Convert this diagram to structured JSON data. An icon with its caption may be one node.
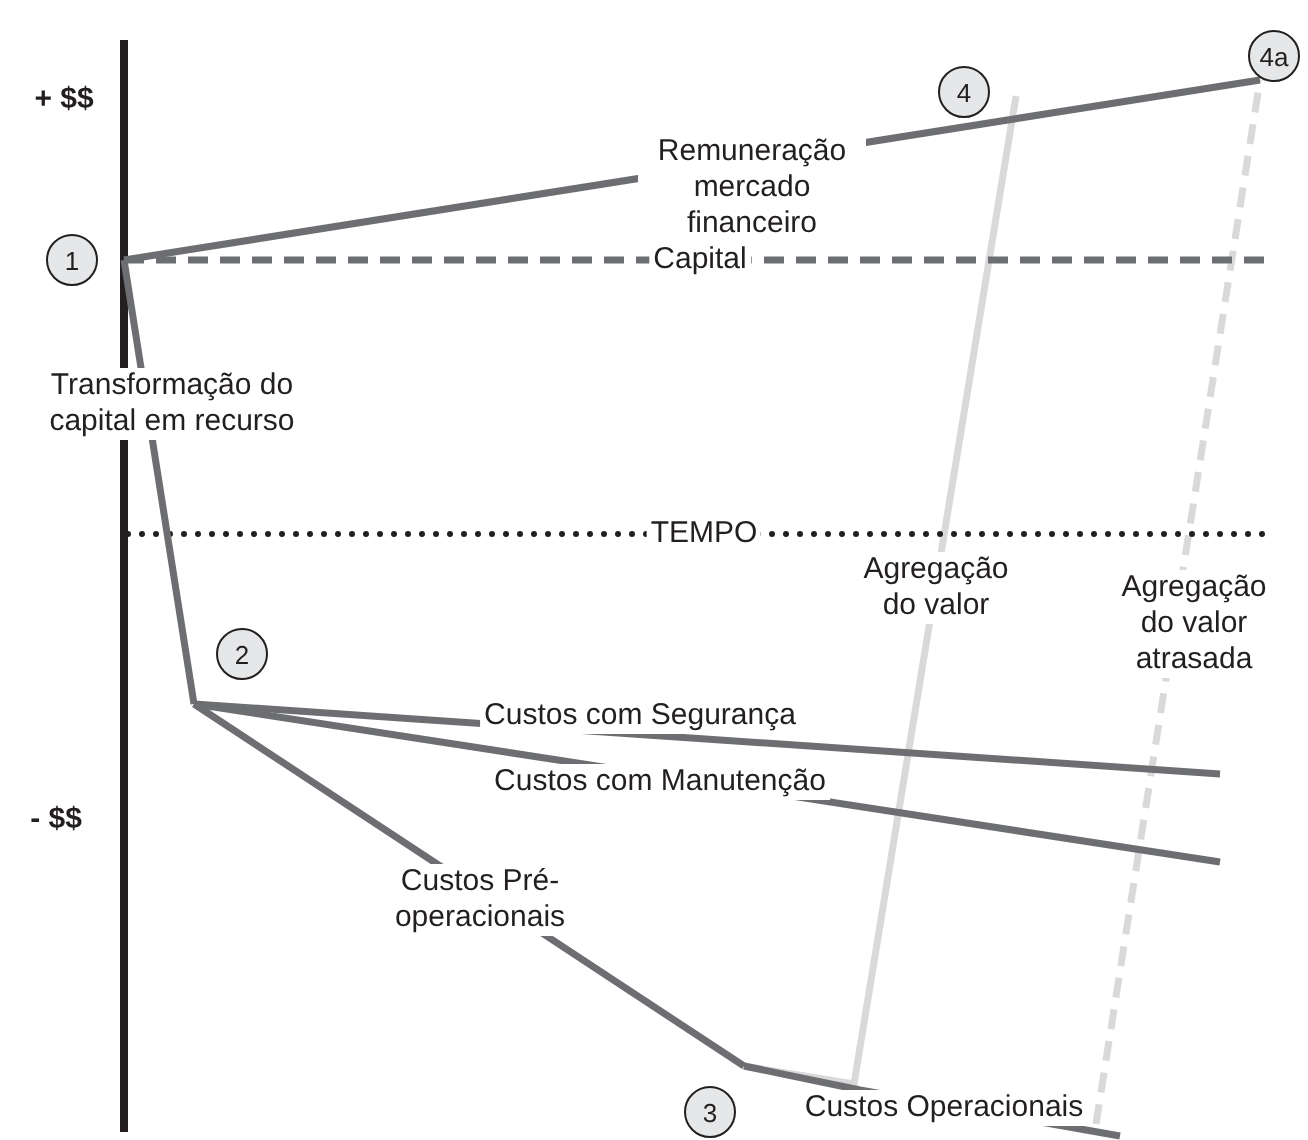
{
  "diagram": {
    "nodes": [
      {
        "text": [
          "1"
        ]
      },
      {
        "text": [
          "2"
        ]
      },
      {
        "text": [
          "3"
        ]
      },
      {
        "text": [
          "4"
        ]
      },
      {
        "text": [
          "4a"
        ]
      }
    ],
    "edges": [
      {
        "from": 0,
        "to": 1,
        "arrow": "none",
        "label": "Transformação do capital em recurso"
      },
      {
        "from": 1,
        "to": 2,
        "arrow": "none",
        "label": "Custos Pré-operacionais"
      },
      {
        "from": 0,
        "to": 4,
        "arrow": "none",
        "label": "Remuneração mercado financeiro"
      },
      {
        "from": 0,
        "to": null,
        "arrow": "none",
        "label": "Capital",
        "style": "dashed"
      },
      {
        "from": 1,
        "to": null,
        "arrow": "none",
        "label": "Custos com Segurança"
      },
      {
        "from": 1,
        "to": null,
        "arrow": "none",
        "label": "Custos com Manutenção"
      },
      {
        "from": 2,
        "to": null,
        "arrow": "none",
        "label": "Custos Operacionais"
      },
      {
        "from": 2,
        "to": 3,
        "arrow": "none",
        "label": "Agregação do valor",
        "color": "#d9d9d9"
      },
      {
        "from": null,
        "to": 4,
        "arrow": "none",
        "label": "Agregação do valor atrasada",
        "style": "dashed",
        "color": "#d9d9d9"
      }
    ],
    "labels": [
      "+ $$",
      "TEMPO",
      "- $$"
    ]
  }
}
